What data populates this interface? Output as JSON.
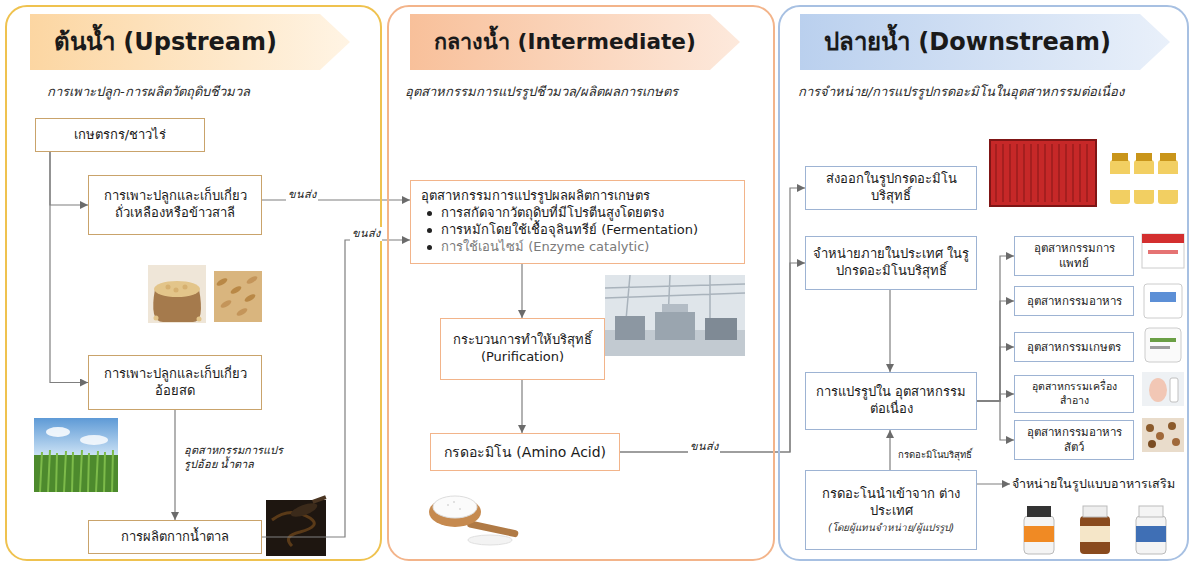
{
  "diagram": {
    "nodes": [
      {
        "text": [
          "การเพาะปลูก-การผลิตวัตถุดิบชีวมวล"
        ]
      },
      {
        "text": [
          "ต้นน้ำ (Upstream)"
        ],
        "in": 0
      },
      {
        "text": [
          "เกษตรกร/ชาวไร่"
        ],
        "in": 0
      },
      {
        "text": [
          "การเพาะปลูกและเก็บเกี่ยว ถั่วเหลืองหรือข้าวสาลี"
        ],
        "in": 0
      },
      {
        "text": [
          "การเพาะปลูกและเก็บเกี่ยว อ้อยสด"
        ],
        "in": 0
      },
      {
        "text": [
          "การผลิตกากน้ำตาล"
        ],
        "in": 0
      },
      {
        "text": [
          "อุตสาหกรรมการแปรรูปชีวมวล/ผลิตผลการเกษตร"
        ]
      },
      {
        "text": [
          "กลางน้ำ (Intermediate)"
        ],
        "in": 6
      },
      {
        "text": [
          "อุตสาหกรรมการแปรรูปผลผลิตการเกษตร",
          "การสกัดจากวัตถุดิบที่มีโปรตีนสูงโดยตรง",
          "การหมักโดยใช้เชื้อจุลินทรีย์ (Fermentation)",
          "การใช้เอนไซม์ (Enzyme catalytic)"
        ],
        "in": 6
      },
      {
        "text": [
          "กระบวนการทำให้บริสุทธิ์ (Purification)"
        ],
        "in": 6
      },
      {
        "text": [
          "กรดอะมิโน (Amino Acid)"
        ],
        "in": 6
      },
      {
        "text": [
          "การจำหน่าย/การแปรรูปกรดอะมิโนในอุตสาหกรรมต่อเนื่อง"
        ]
      },
      {
        "text": [
          "ปลายน้ำ (Downstream)"
        ],
        "in": 11
      },
      {
        "text": [
          "ส่งออกในรูปกรดอะมิโนบริสุทธิ์"
        ],
        "in": 11
      },
      {
        "text": [
          "จำหน่ายภายในประเทศ ในรูปกรดอะมิโนบริสุทธิ์"
        ],
        "in": 11
      },
      {
        "text": [
          "การแปรรูปใน อุตสาหกรรมต่อเนื่อง"
        ],
        "in": 11
      },
      {
        "text": [
          "กรดอะโนนำเข้าจาก ต่างประเทศ",
          "(โดยผู้แทนจำหน่าย/ผู้แปรรูป)"
        ],
        "in": 11
      },
      {
        "text": [
          "อุตสาหกรรมการแพทย์"
        ],
        "in": 11
      },
      {
        "text": [
          "อุตสาหกรรมอาหาร"
        ],
        "in": 11
      },
      {
        "text": [
          "อุตสาหกรรมเกษตร"
        ],
        "in": 11
      },
      {
        "text": [
          "อุตสาหกรรมเครื่องสำอาง"
        ],
        "in": 11
      },
      {
        "text": [
          "อุตสาหกรรมอาหารสัตว์"
        ],
        "in": 11
      },
      {
        "text": [
          "จำหน่ายในรูปแบบอาหารเสริม"
        ],
        "in": 11
      }
    ],
    "edges": [
      {
        "from": 2,
        "to": 3,
        "arrow": "to"
      },
      {
        "from": 2,
        "to": 4,
        "arrow": "to"
      },
      {
        "from": 4,
        "to": 5,
        "label": "อุตสาหกรรมการแปร รูปอ้อย น้ำตาล",
        "arrow": "to"
      },
      {
        "from": 3,
        "to": 8,
        "label": "ขนส่ง",
        "arrow": "to"
      },
      {
        "from": 5,
        "to": 8,
        "label": "ขนส่ง",
        "arrow": "to"
      },
      {
        "from": 8,
        "to": 9,
        "arrow": "to"
      },
      {
        "from": 9,
        "to": 10,
        "arrow": "to"
      },
      {
        "from": 10,
        "to": 13,
        "label": "ขนส่ง",
        "arrow": "to"
      },
      {
        "from": 10,
        "to": 14,
        "arrow": "to"
      },
      {
        "from": 14,
        "to": 15,
        "arrow": "to"
      },
      {
        "from": 16,
        "to": 15,
        "label": "กรดอะมิโนบริสุทธิ์",
        "arrow": "to"
      },
      {
        "from": 15,
        "to": 17,
        "arrow": "to"
      },
      {
        "from": 15,
        "to": 18,
        "arrow": "to"
      },
      {
        "from": 15,
        "to": 19,
        "arrow": "to"
      },
      {
        "from": 15,
        "to": 20,
        "arrow": "to"
      },
      {
        "from": 15,
        "to": 21,
        "arrow": "to"
      },
      {
        "from": 16,
        "to": 22,
        "arrow": "to"
      }
    ]
  }
}
